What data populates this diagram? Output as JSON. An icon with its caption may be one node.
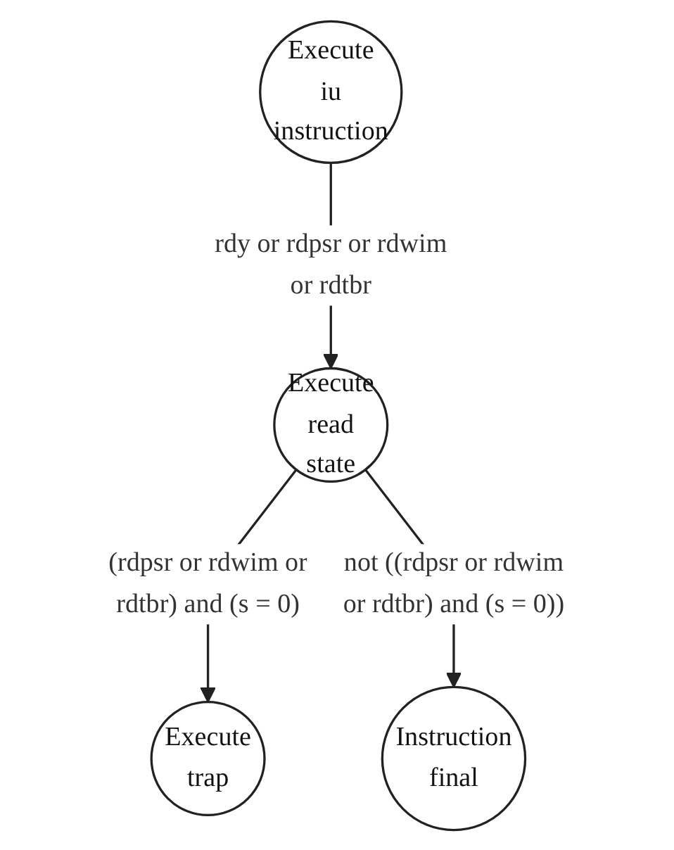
{
  "diagram": {
    "nodes": [
      {
        "text": [
          "Execute iu instruction"
        ]
      },
      {
        "text": [
          "Execute trap"
        ]
      },
      {
        "text": [
          "Execute read state"
        ]
      },
      {
        "text": [
          "Instruction final"
        ]
      }
    ],
    "edges": [
      {
        "from": 0,
        "to": 2,
        "arrow": "to",
        "label": "rdy or rdpsr or rdwim or rdtbr"
      },
      {
        "from": 2,
        "to": 1,
        "arrow": "to",
        "label": "(rdpsr or rdwim or rdtbr) and (s = 0)"
      },
      {
        "from": 2,
        "to": 3,
        "arrow": "to",
        "label": "not ((rdpsr or rdwim or rdtbr) and (s = 0))"
      }
    ]
  }
}
